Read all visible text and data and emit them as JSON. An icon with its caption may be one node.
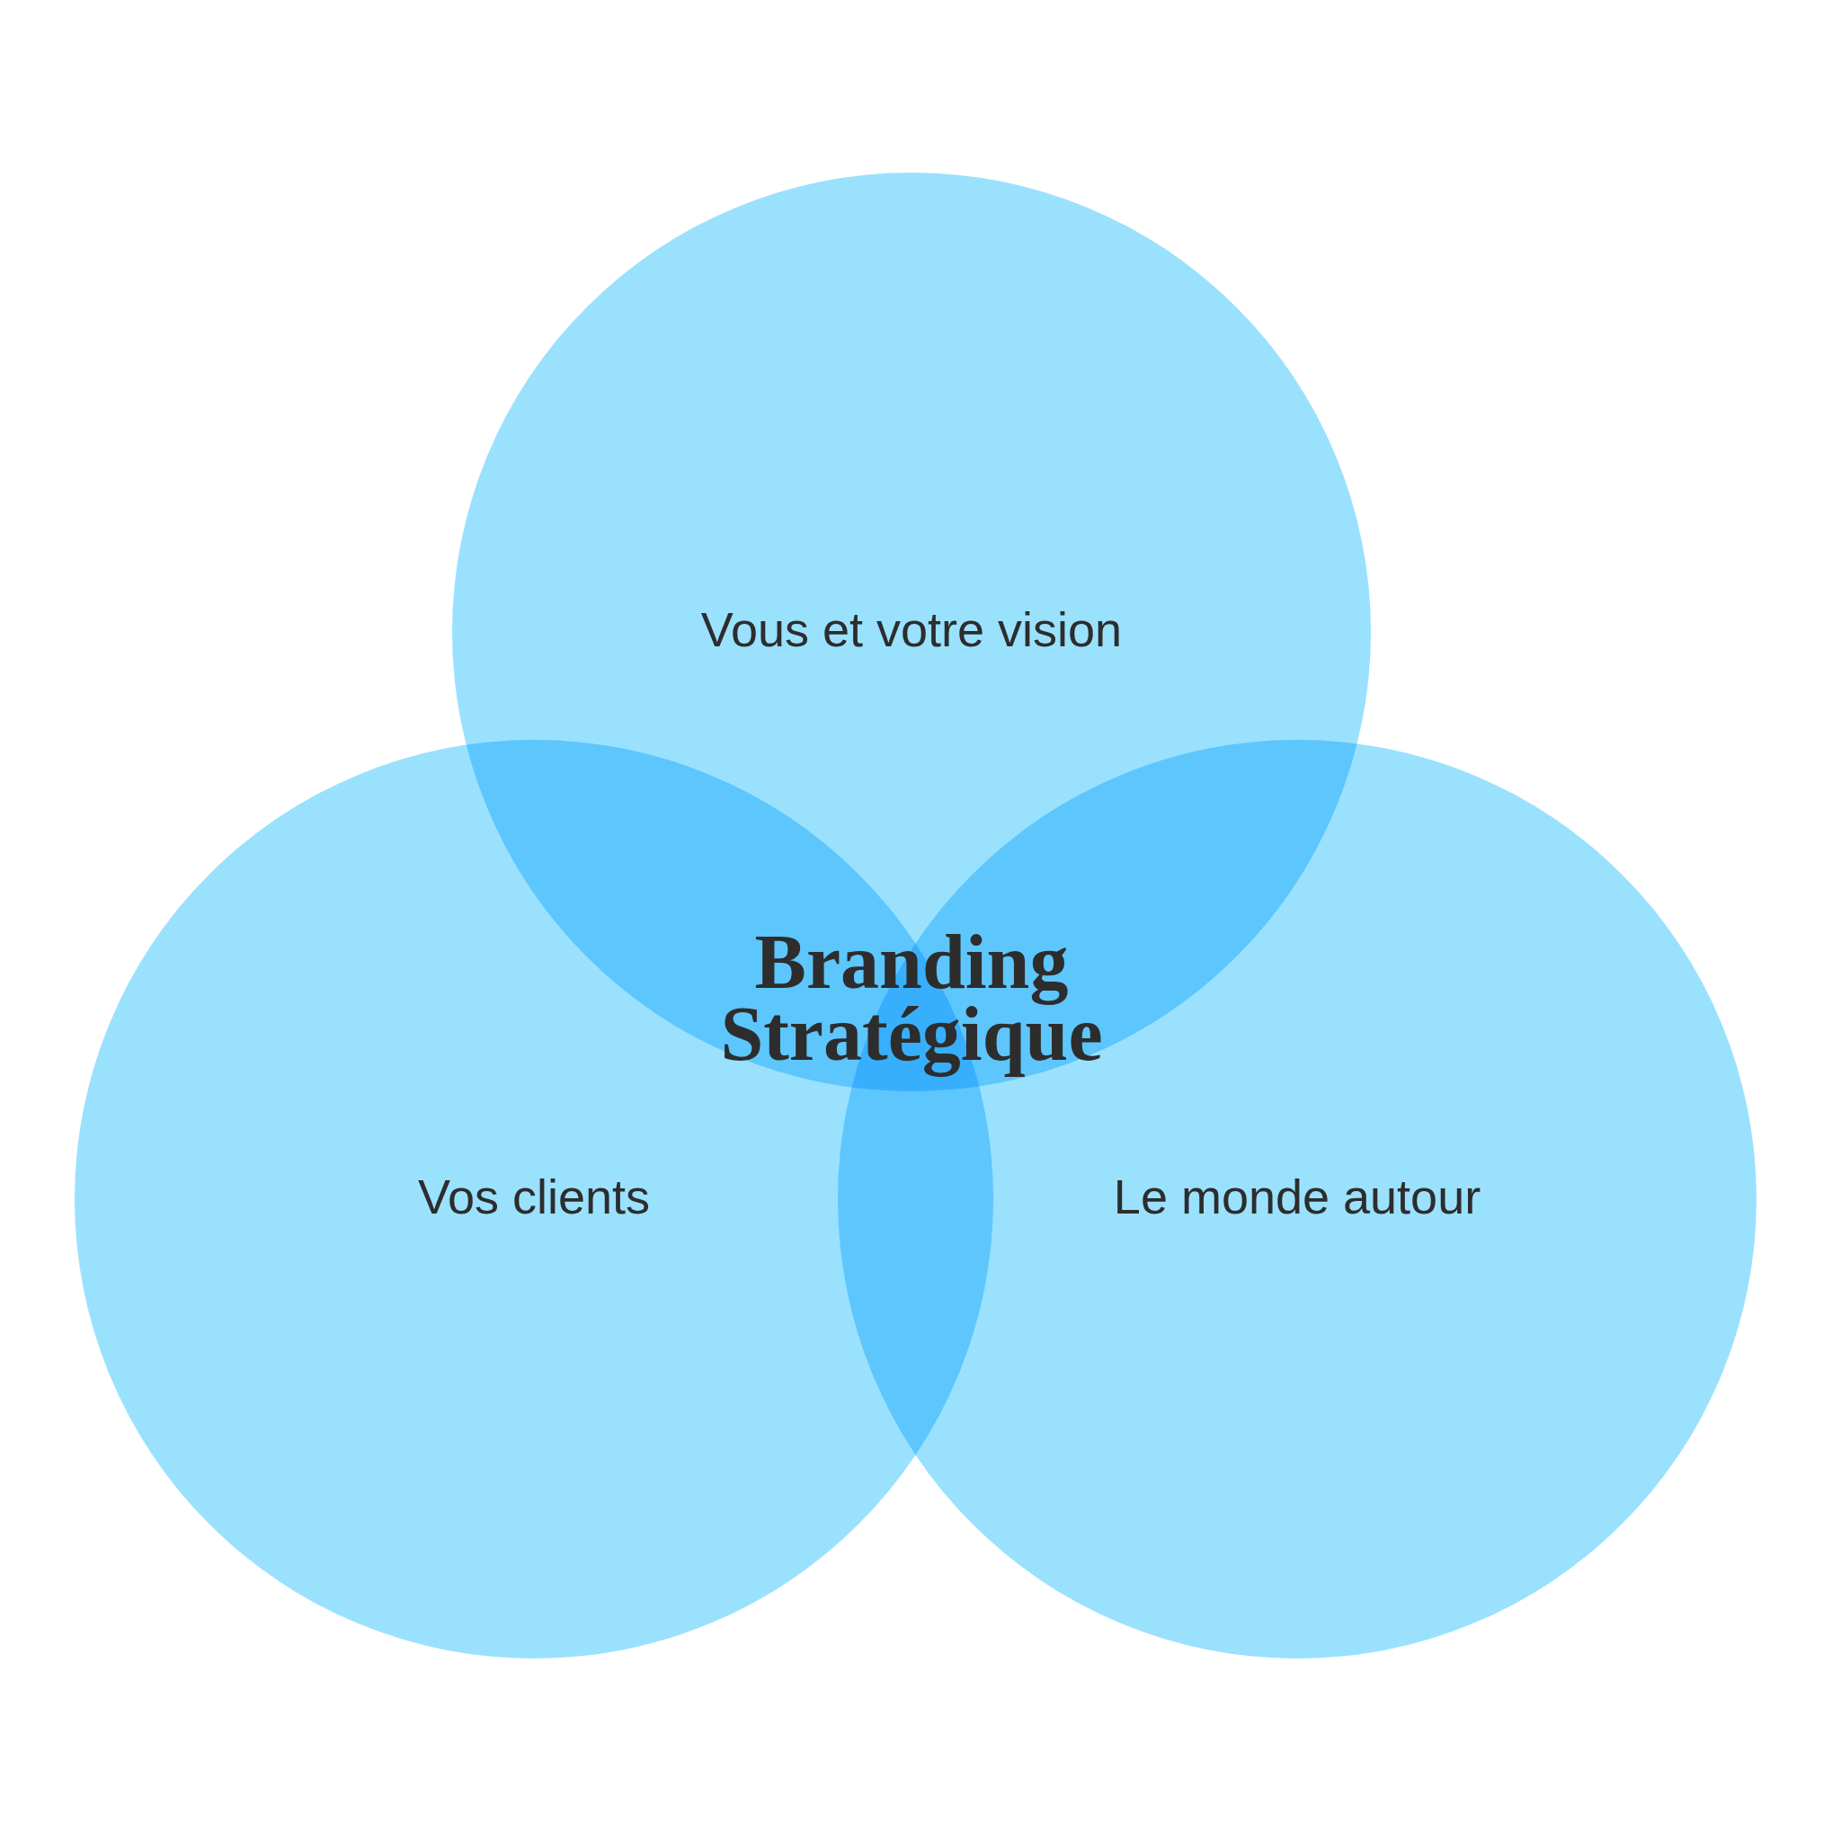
{
  "diagram": {
    "nodes": [
      {
        "text": [
          "Vous et votre vision"
        ]
      },
      {
        "text": [
          "Vos clients"
        ]
      },
      {
        "text": [
          "Le monde autour"
        ]
      }
    ],
    "labels": [
      "Branding Stratégique"
    ]
  }
}
